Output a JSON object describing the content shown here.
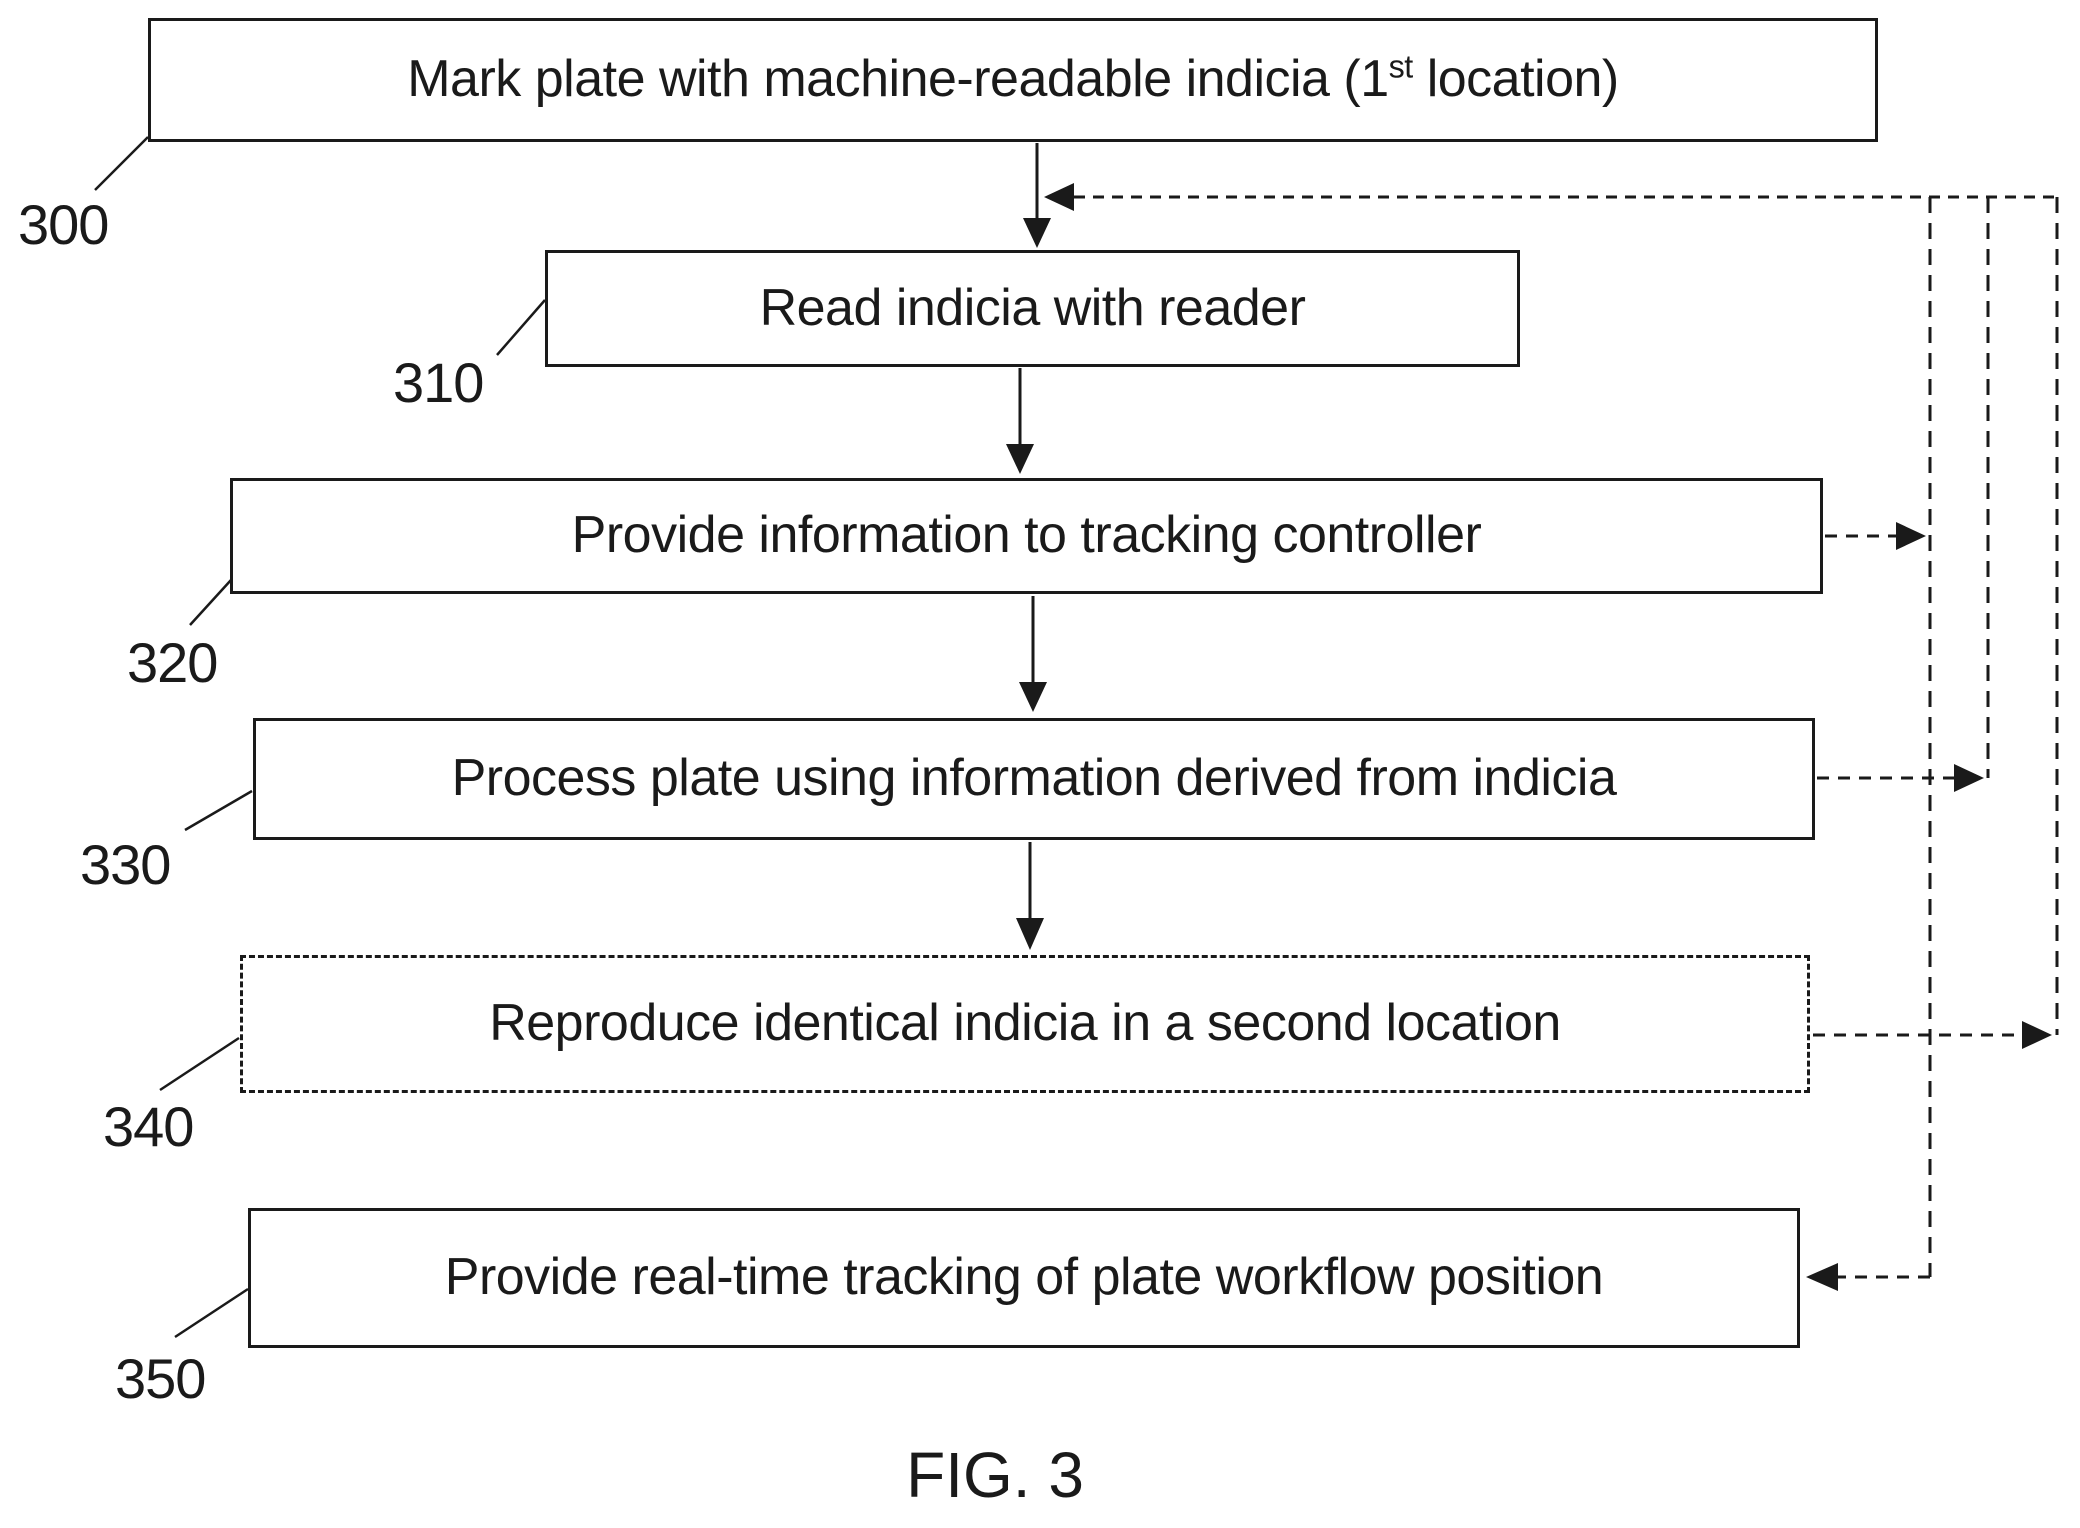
{
  "figure": {
    "caption": "FIG. 3"
  },
  "colors": {
    "ink": "#1a1a1a",
    "background": "#ffffff"
  },
  "nodes": [
    {
      "ref": "300",
      "text_prefix": "Mark plate with machine-readable indicia (1",
      "superscript": "st",
      "text_suffix": " location)",
      "border": "solid"
    },
    {
      "ref": "310",
      "text": "Read indicia with reader",
      "border": "solid"
    },
    {
      "ref": "320",
      "text": "Provide information to tracking controller",
      "border": "solid"
    },
    {
      "ref": "330",
      "text": "Process plate using information derived from indicia",
      "border": "solid"
    },
    {
      "ref": "340",
      "text": "Reproduce identical indicia in a second location",
      "border": "dashed"
    },
    {
      "ref": "350",
      "text": "Provide real-time tracking of plate workflow position",
      "border": "solid"
    }
  ]
}
